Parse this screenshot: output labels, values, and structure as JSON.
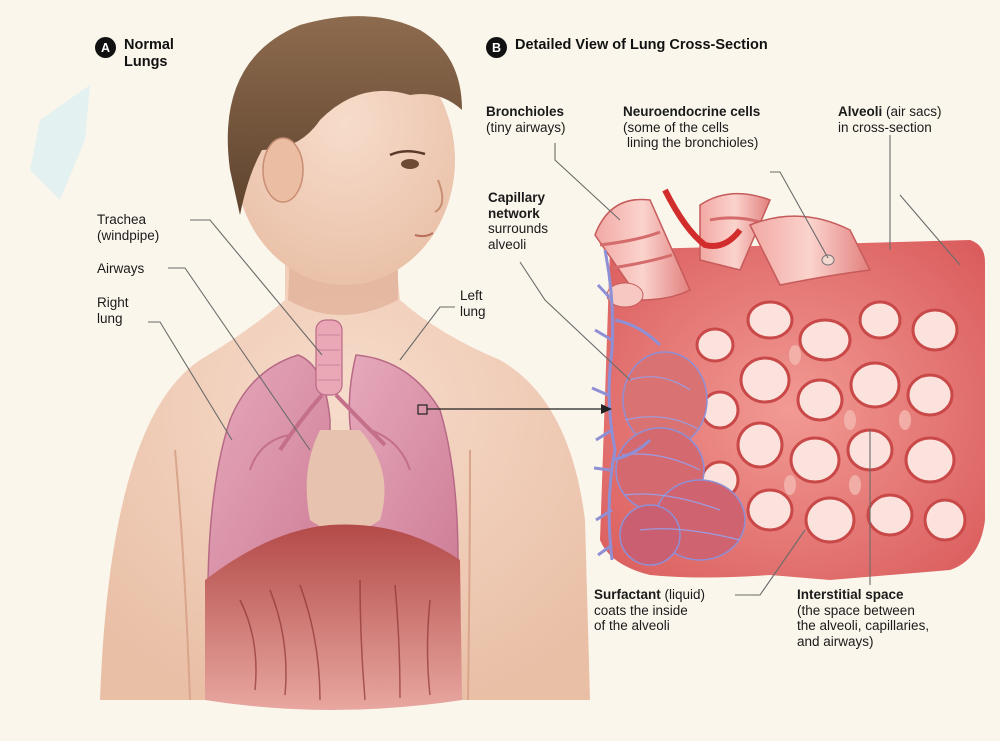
{
  "panel_a": {
    "badge": "A",
    "title_line1": "Normal",
    "title_line2": "Lungs"
  },
  "panel_b": {
    "badge": "B",
    "title": "Detailed View of Lung Cross-Section"
  },
  "labels": {
    "trachea": {
      "line1": "Trachea",
      "line2": "(windpipe)"
    },
    "airways": {
      "line1": "Airways"
    },
    "right_lung": {
      "line1": "Right",
      "line2": "lung"
    },
    "left_lung": {
      "line1": "Left",
      "line2": "lung"
    },
    "bronchioles": {
      "title": "Bronchioles",
      "line2": "(tiny airways)"
    },
    "neuroendocrine": {
      "title": "Neuroendocrine cells",
      "line2": "(some of the cells",
      "line3": "lining the bronchioles)"
    },
    "alveoli": {
      "title": "Alveoli",
      "suffix": " (air sacs)",
      "line2": "in cross-section"
    },
    "capillary": {
      "title1": "Capillary",
      "title2": "network",
      "line3": "surrounds",
      "line4": "alveoli"
    },
    "surfactant": {
      "title": "Surfactant",
      "suffix": " (liquid)",
      "line2": "coats the inside",
      "line3": "of the alveoli"
    },
    "interstitial": {
      "title": "Interstitial space",
      "line2": "(the space between",
      "line3": "the alveoli, capillaries,",
      "line4": "and airways)"
    }
  },
  "colors": {
    "skin": "#f3d3bd",
    "hair": "#7a5b40",
    "lung": "#d98ea6",
    "diaphragm": "#b9534f",
    "tissue": "#e8797a",
    "capillary": "#8f8fd6"
  }
}
